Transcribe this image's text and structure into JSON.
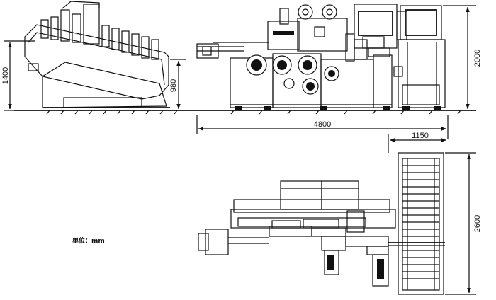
{
  "dimensions": {
    "left_height": "1400",
    "table_height": "980",
    "right_height": "2000",
    "total_length": "4800",
    "conveyor_width": "1150",
    "plan_depth": "2600"
  },
  "unit_label": "单位：mm"
}
